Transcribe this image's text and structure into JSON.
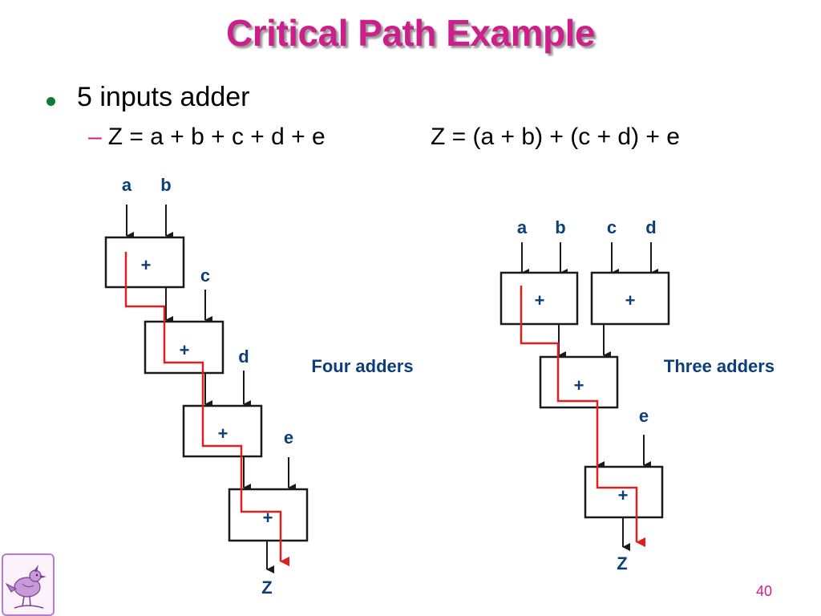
{
  "slide": {
    "title": "Critical Path Example",
    "bullet": "5 inputs adder",
    "sub_left": "Z = a + b + c + d + e",
    "sub_right": "Z = (a + b) + (c + d) + e",
    "page_number": "40"
  },
  "left_diagram": {
    "inputs": [
      "a",
      "b",
      "c",
      "d",
      "e"
    ],
    "adder_symbol": "+",
    "output": "Z",
    "caption": "Four adders"
  },
  "right_diagram": {
    "inputs": [
      "a",
      "b",
      "c",
      "d",
      "e"
    ],
    "adder_symbol": "+",
    "output": "Z",
    "caption": "Three adders"
  },
  "colors": {
    "title": "#cc1f8a",
    "bullet_dot": "#0d7a3a",
    "labels": "#0c3e7a",
    "critical_path": "#e01f1f",
    "page_number": "#cc1f8a"
  },
  "logo": {
    "icon": "lark-bird-icon"
  }
}
